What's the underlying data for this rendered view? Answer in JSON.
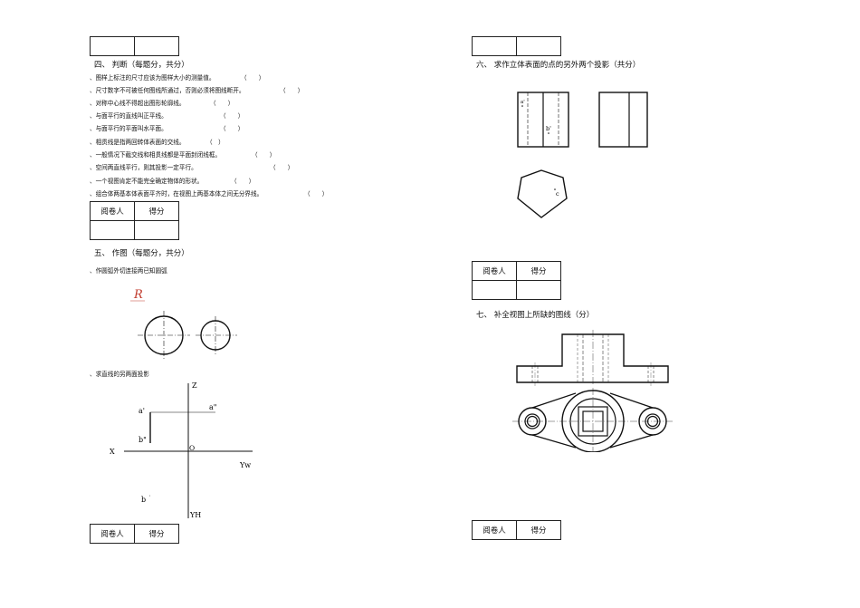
{
  "grade_table": {
    "reviewer": "阅卷人",
    "score": "得分"
  },
  "section4": {
    "title": "四、 判断（每题分，共分）",
    "items": [
      {
        "text": "、图样上标注的尺寸应该为图样大小的测量值。",
        "paren": "（　　）"
      },
      {
        "text": "、尺寸数字不可被任何图线所通过，否则必须将图线断开。",
        "paren": "（　　）"
      },
      {
        "text": "、对称中心线不得超出图形轮廓线。",
        "paren": "（　　）"
      },
      {
        "text": "、与面平行的直线叫正平线。",
        "paren": "（　　）"
      },
      {
        "text": "、与面平行的平面叫水平面。",
        "paren": "（　　）"
      },
      {
        "text": "、相贯线是指两回转体表面的交线。",
        "paren": "（　）"
      },
      {
        "text": "、一般情况下截交线和相贯线都是平面封闭线框。",
        "paren": "（　　）"
      },
      {
        "text": "、空间两直线平行，则其投影一定平行。",
        "paren": "（　　）"
      },
      {
        "text": "、一个视图肯定不能完全确定物体的形状。",
        "paren": "（　　）"
      },
      {
        "text": "、组合体两基本体表面平齐时，在视图上两基本体之间无分界线。",
        "paren": "（　　）"
      }
    ]
  },
  "section5": {
    "title": "五、 作图（每题分，共分）",
    "q1": "、作圆弧外切连接两已知圆弧",
    "radius_label": "R",
    "q2": "、求直线的另两面投影",
    "labels": {
      "z": "Z",
      "x": "X",
      "o": "O",
      "yw": "Yw",
      "yh": "YH",
      "a_prime": "a'",
      "a_double": "a\"",
      "b_prime": "b\"",
      "b_lower": "b"
    }
  },
  "section6": {
    "title": "六、 求作立体表面的点的另外两个投影（共分）",
    "labels": {
      "a": "a'",
      "b": "b'",
      "c": "c"
    }
  },
  "section7": {
    "title": "七、 补全视图上所缺的图线（分）"
  },
  "colors": {
    "radius_label": "#c0392b",
    "ink": "#111111"
  }
}
